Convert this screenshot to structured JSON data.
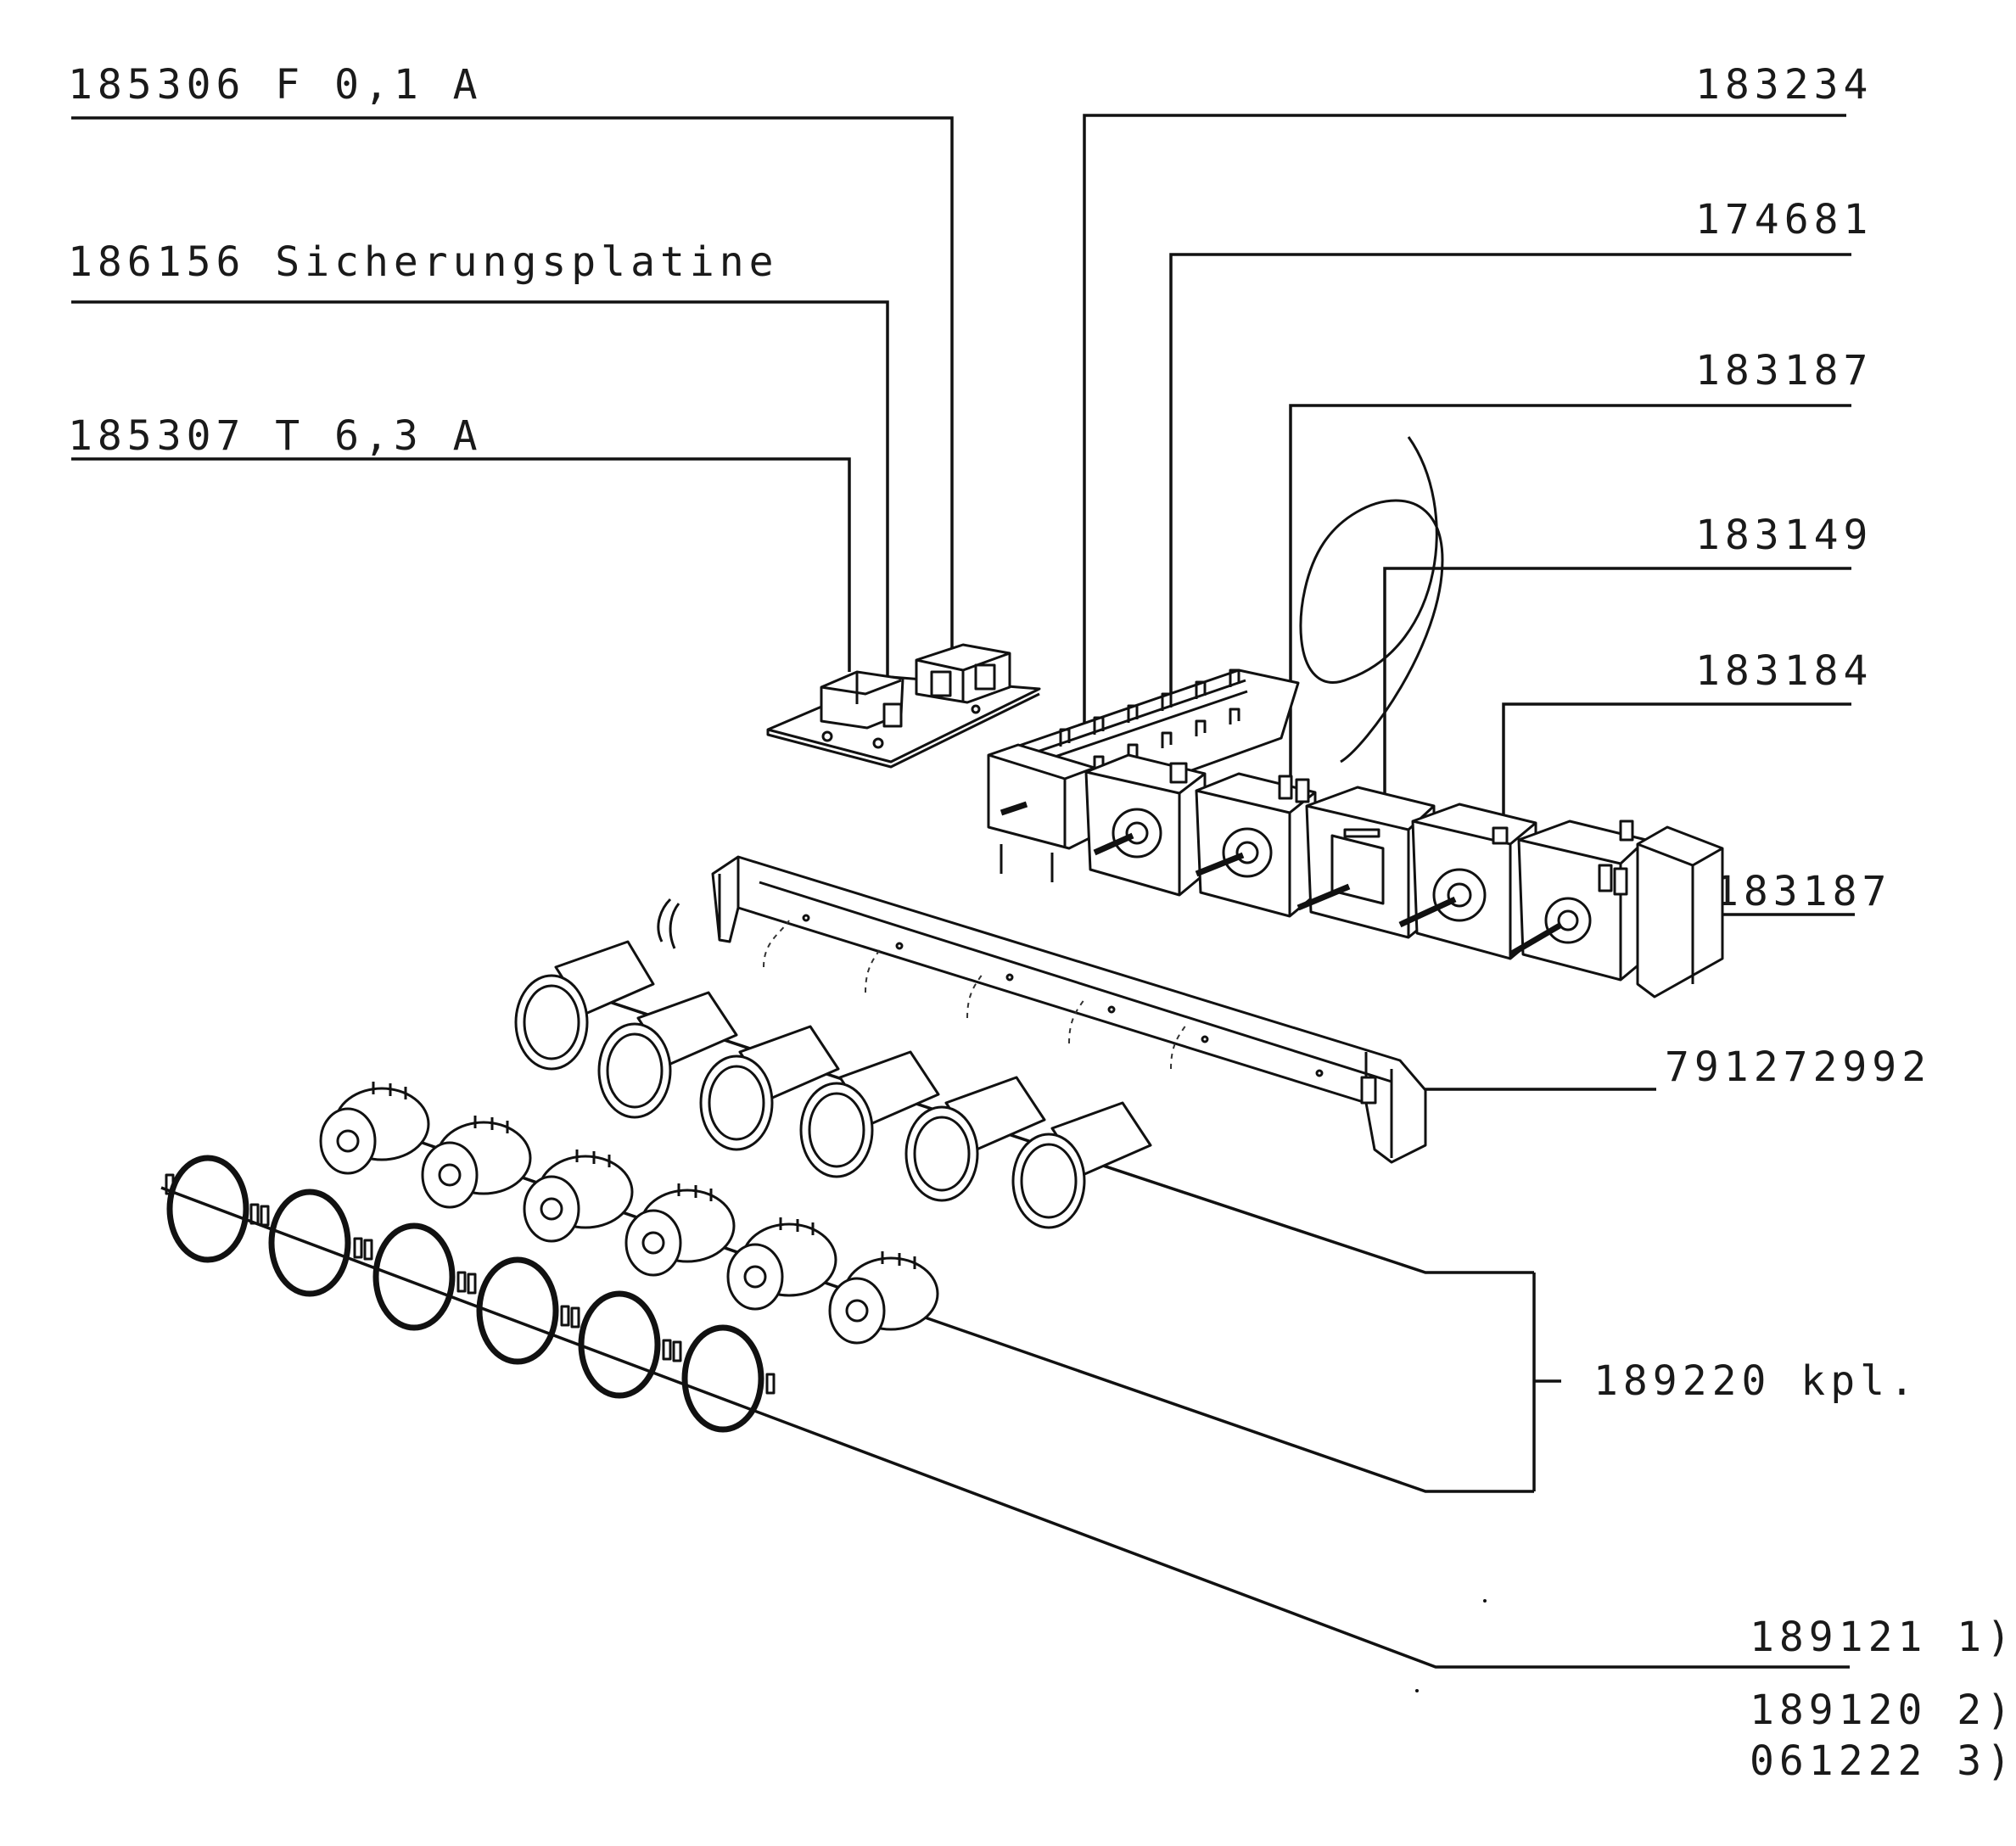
{
  "labels": {
    "fuse_f01": "185306  F 0,1 A",
    "fuse_board": "186156  Sicherungsplatine",
    "fuse_t63": "185307  T 6,3 A",
    "part_183234": "183234",
    "part_174681": "174681",
    "part_183187_top": "183187",
    "part_183149": "183149",
    "part_183184": "183184",
    "part_183187_right": "183187",
    "part_791272992": "791272992",
    "part_189220": "189220 kpl.",
    "part_189121": "189121 1)",
    "part_189120": "189120 2)",
    "part_061222": "061222 3)"
  }
}
